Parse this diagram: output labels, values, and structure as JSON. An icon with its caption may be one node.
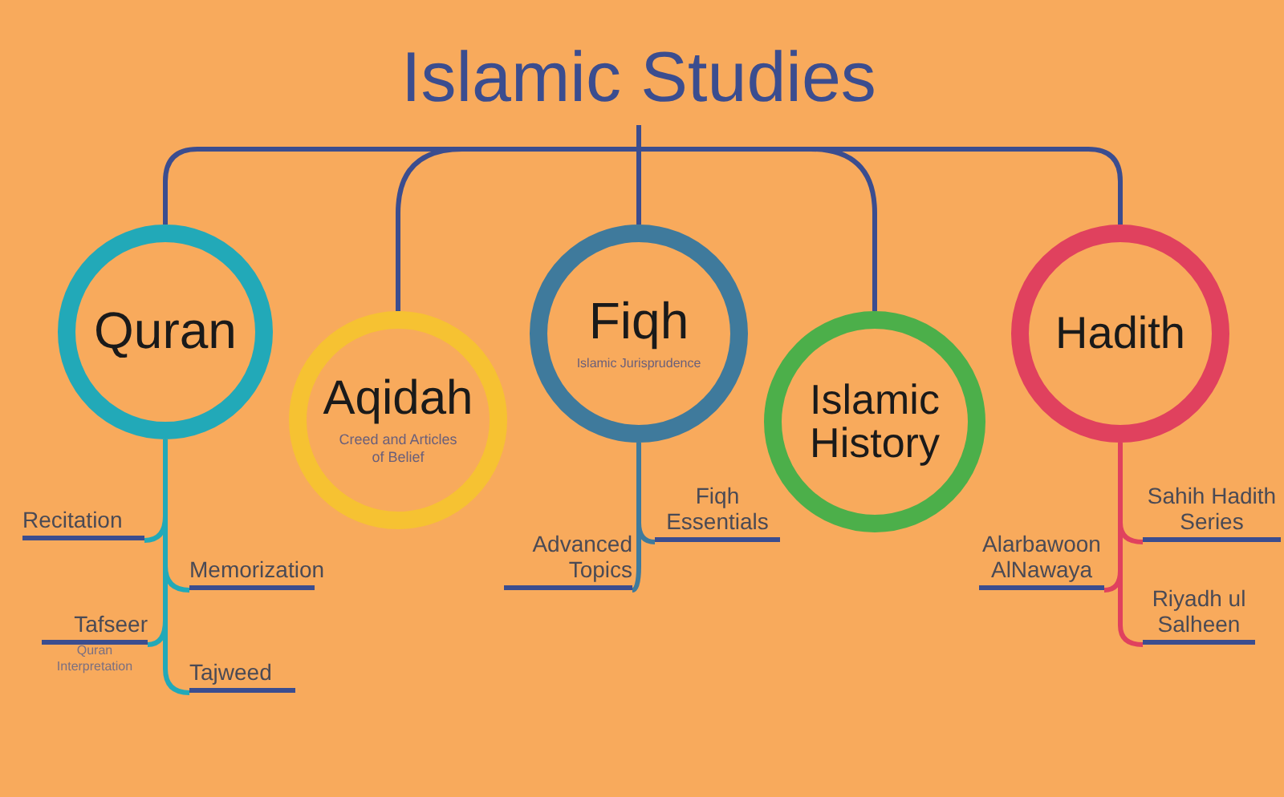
{
  "diagram": {
    "nodes": [
      {
        "text": [
          "Islamic Studies"
        ]
      },
      {
        "text": [
          "Quran"
        ]
      },
      {
        "text": [
          "Aqidah",
          "Creed and Articles of Belief"
        ]
      },
      {
        "text": [
          "Fiqh",
          "Islamic Jurisprudence"
        ]
      },
      {
        "text": [
          "Islamic History"
        ]
      },
      {
        "text": [
          "Hadith"
        ]
      },
      {
        "text": [
          "Recitation"
        ]
      },
      {
        "text": [
          "Memorization"
        ]
      },
      {
        "text": [
          "Tafseer"
        ],
        "beside": [
          "Quran Interpretation"
        ]
      },
      {
        "text": [
          "Tajweed"
        ]
      },
      {
        "text": [
          "Advanced Topics"
        ]
      },
      {
        "text": [
          "Fiqh Essentials"
        ]
      },
      {
        "text": [
          "Sahih Hadith Series"
        ]
      },
      {
        "text": [
          "Alarbawoon AlNawaya"
        ]
      },
      {
        "text": [
          "Riyadh ul Salheen"
        ]
      }
    ],
    "edges": [
      {
        "from": 0,
        "to": 1,
        "arrow": "none"
      },
      {
        "from": 0,
        "to": 2,
        "arrow": "none"
      },
      {
        "from": 0,
        "to": 3,
        "arrow": "none"
      },
      {
        "from": 0,
        "to": 4,
        "arrow": "none"
      },
      {
        "from": 0,
        "to": 5,
        "arrow": "none"
      },
      {
        "from": 1,
        "to": 6,
        "arrow": "none",
        "color": "#22a9b8"
      },
      {
        "from": 1,
        "to": 7,
        "arrow": "none",
        "color": "#22a9b8"
      },
      {
        "from": 1,
        "to": 8,
        "arrow": "none",
        "color": "#22a9b8"
      },
      {
        "from": 1,
        "to": 9,
        "arrow": "none",
        "color": "#22a9b8"
      },
      {
        "from": 3,
        "to": 10,
        "arrow": "none",
        "color": "#3f7a9c"
      },
      {
        "from": 3,
        "to": 11,
        "arrow": "none",
        "color": "#3f7a9c"
      },
      {
        "from": 5,
        "to": 12,
        "arrow": "none",
        "color": "#e0415e"
      },
      {
        "from": 5,
        "to": 13,
        "arrow": "none",
        "color": "#e0415e"
      },
      {
        "from": 5,
        "to": 14,
        "arrow": "none",
        "color": "#e0415e"
      }
    ]
  }
}
